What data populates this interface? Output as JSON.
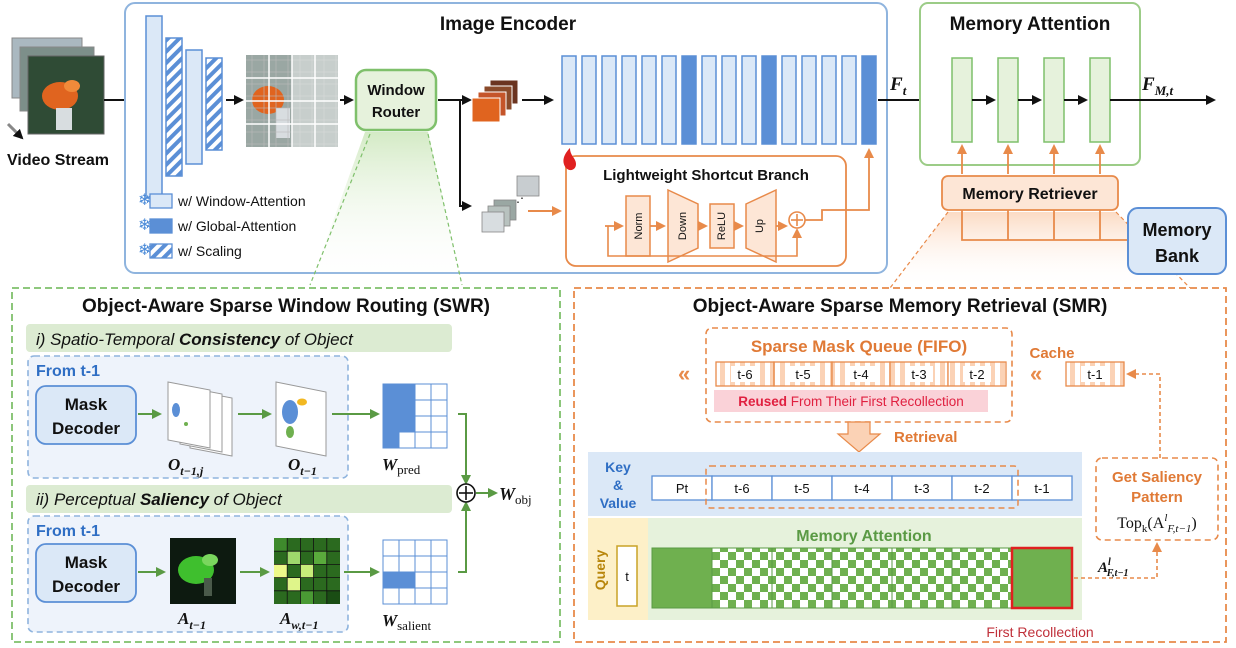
{
  "video_stream_label": "Video Stream",
  "encoder": {
    "title": "Image Encoder",
    "window_router": [
      "Window",
      "Router"
    ],
    "shortcut_title": "Lightweight Shortcut Branch",
    "shortcut_blocks": [
      "Norm",
      "Down",
      "ReLU",
      "Up"
    ],
    "legend": [
      "w/ Window-Attention",
      "w/ Global-Attention",
      "w/ Scaling"
    ]
  },
  "memory_attention_top": {
    "title": "Memory Attention",
    "input_label": "F",
    "input_sub": "t",
    "output_label": "F",
    "output_sub": "M,t",
    "retriever": "Memory Retriever",
    "bank": [
      "Memory",
      "Bank"
    ]
  },
  "swr": {
    "title": "Object-Aware Sparse Window Routing (SWR)",
    "sec1_pre": "i) Spatio-Temporal ",
    "sec1_bold": "Consistency",
    "sec1_post": " of Object",
    "sec2_pre": "ii) Perceptual ",
    "sec2_bold": "Saliency",
    "sec2_post": " of  Object",
    "from1": "From t-1",
    "from2": "From t-1",
    "decoder1": [
      "Mask",
      "Decoder"
    ],
    "decoder2": [
      "Mask",
      "Decoder"
    ],
    "o_tj": "O",
    "o_tj_sub": "t−1,j",
    "o_t": "O",
    "o_t_sub": "t−1",
    "w_pred": "W",
    "w_pred_sub": "pred",
    "w_obj": "W",
    "w_obj_sub": "obj",
    "a_t": "A",
    "a_t_sub": "t−1",
    "a_w": "A",
    "a_w_sub": "w,t−1",
    "w_sal": "W",
    "w_sal_sub": "salient"
  },
  "smr": {
    "title": "Object-Aware Sparse Memory Retrieval (SMR)",
    "queue_title": "Sparse Mask Queue (FIFO)",
    "queue_cells": [
      "t-6",
      "t-5",
      "t-4",
      "t-3",
      "t-2"
    ],
    "cache_label": "Cache",
    "cache_cell": "t-1",
    "reused_bold": "Reused",
    "reused_rest": " From Their First Recollection",
    "retrieval": "Retrieval",
    "kv_label": [
      "Key",
      "&",
      "Value"
    ],
    "kv_cells": [
      "Pt",
      "t-6",
      "t-5",
      "t-4",
      "t-3",
      "t-2",
      "t-1"
    ],
    "query_label": "Query",
    "query_cell": "t",
    "mem_att_label": "Memory Attention",
    "first_recollection": "First Recollection",
    "saliency_title": [
      "Get Saliency",
      "Pattern"
    ],
    "topk_label": "Top",
    "topk_sub": "k",
    "topk_arg": "(A",
    "topk_arg_sup": "l",
    "topk_arg_sub": "F,t−1",
    "topk_close": ")",
    "a_label": "A",
    "a_sup": "l",
    "a_sub": "F,t−1"
  },
  "colors": {
    "blue": "#5b8fd6",
    "blue_fill": "#dbe8f7",
    "green": "#7fc06b",
    "green_fill": "#e6f2dc",
    "orange": "#e88a4a",
    "orange_fill": "#fde6d6",
    "dark_green": "#5a9a44",
    "red": "#e02020"
  }
}
